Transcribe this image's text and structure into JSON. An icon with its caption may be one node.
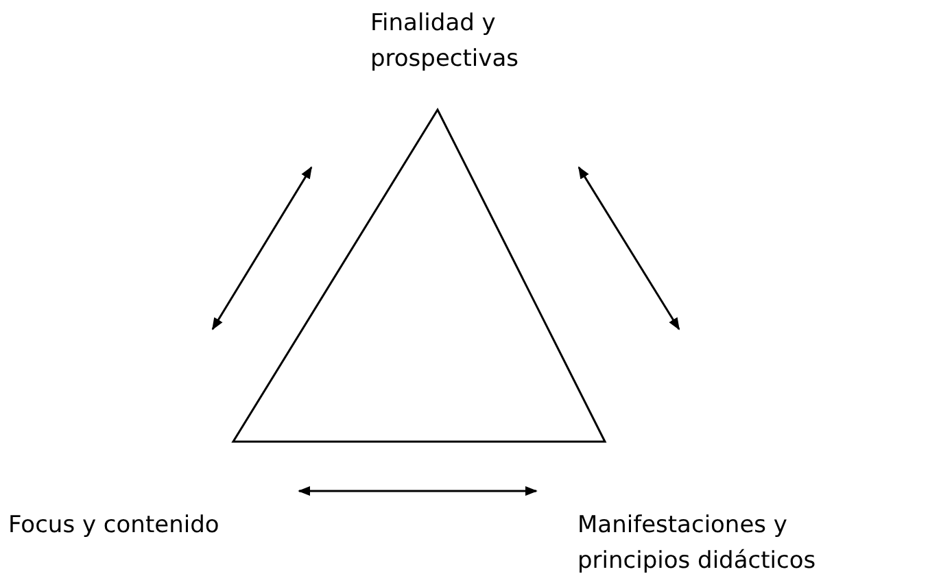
{
  "diagram": {
    "labels": [
      "Finalidad y prospectivas",
      "Focus y contenido",
      "Manifestaciones y principios didácticos"
    ]
  }
}
